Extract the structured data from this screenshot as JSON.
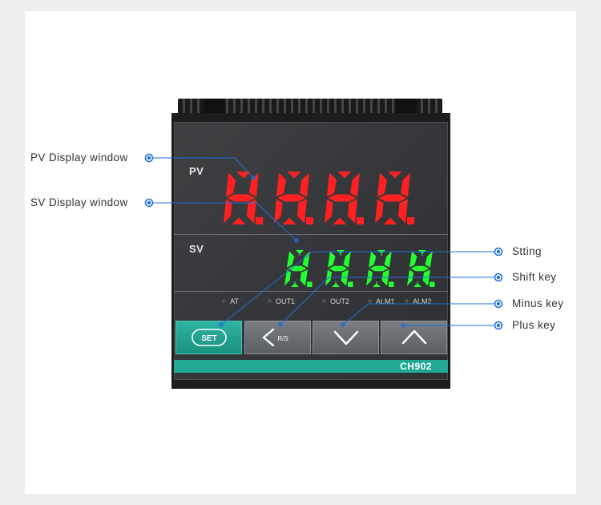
{
  "callouts": {
    "pv_display": "PV Display window",
    "sv_display": "SV Display window",
    "setting": "Stting",
    "shift_key": "Shift key",
    "minus_key": "Minus key",
    "plus_key": "Plus key"
  },
  "panel": {
    "pv_label": "PV",
    "sv_label": "SV",
    "pv_digits": "8.8.8.8.",
    "sv_digits": "8.8.8.8.",
    "indicators": [
      "AT",
      "OUT1",
      "OUT2",
      "ALM1",
      "ALM2"
    ],
    "set_button": "SET",
    "shift_button_text": "R/S",
    "model": "CH902"
  },
  "colors": {
    "pv_segment": "#ff2121",
    "sv_segment": "#23ff2e",
    "accent_teal": "#22a995",
    "callout_blue": "#1e6fd9"
  },
  "icons": {
    "shift": "chevron-left-icon",
    "minus": "chevron-down-icon",
    "plus": "chevron-up-icon"
  }
}
